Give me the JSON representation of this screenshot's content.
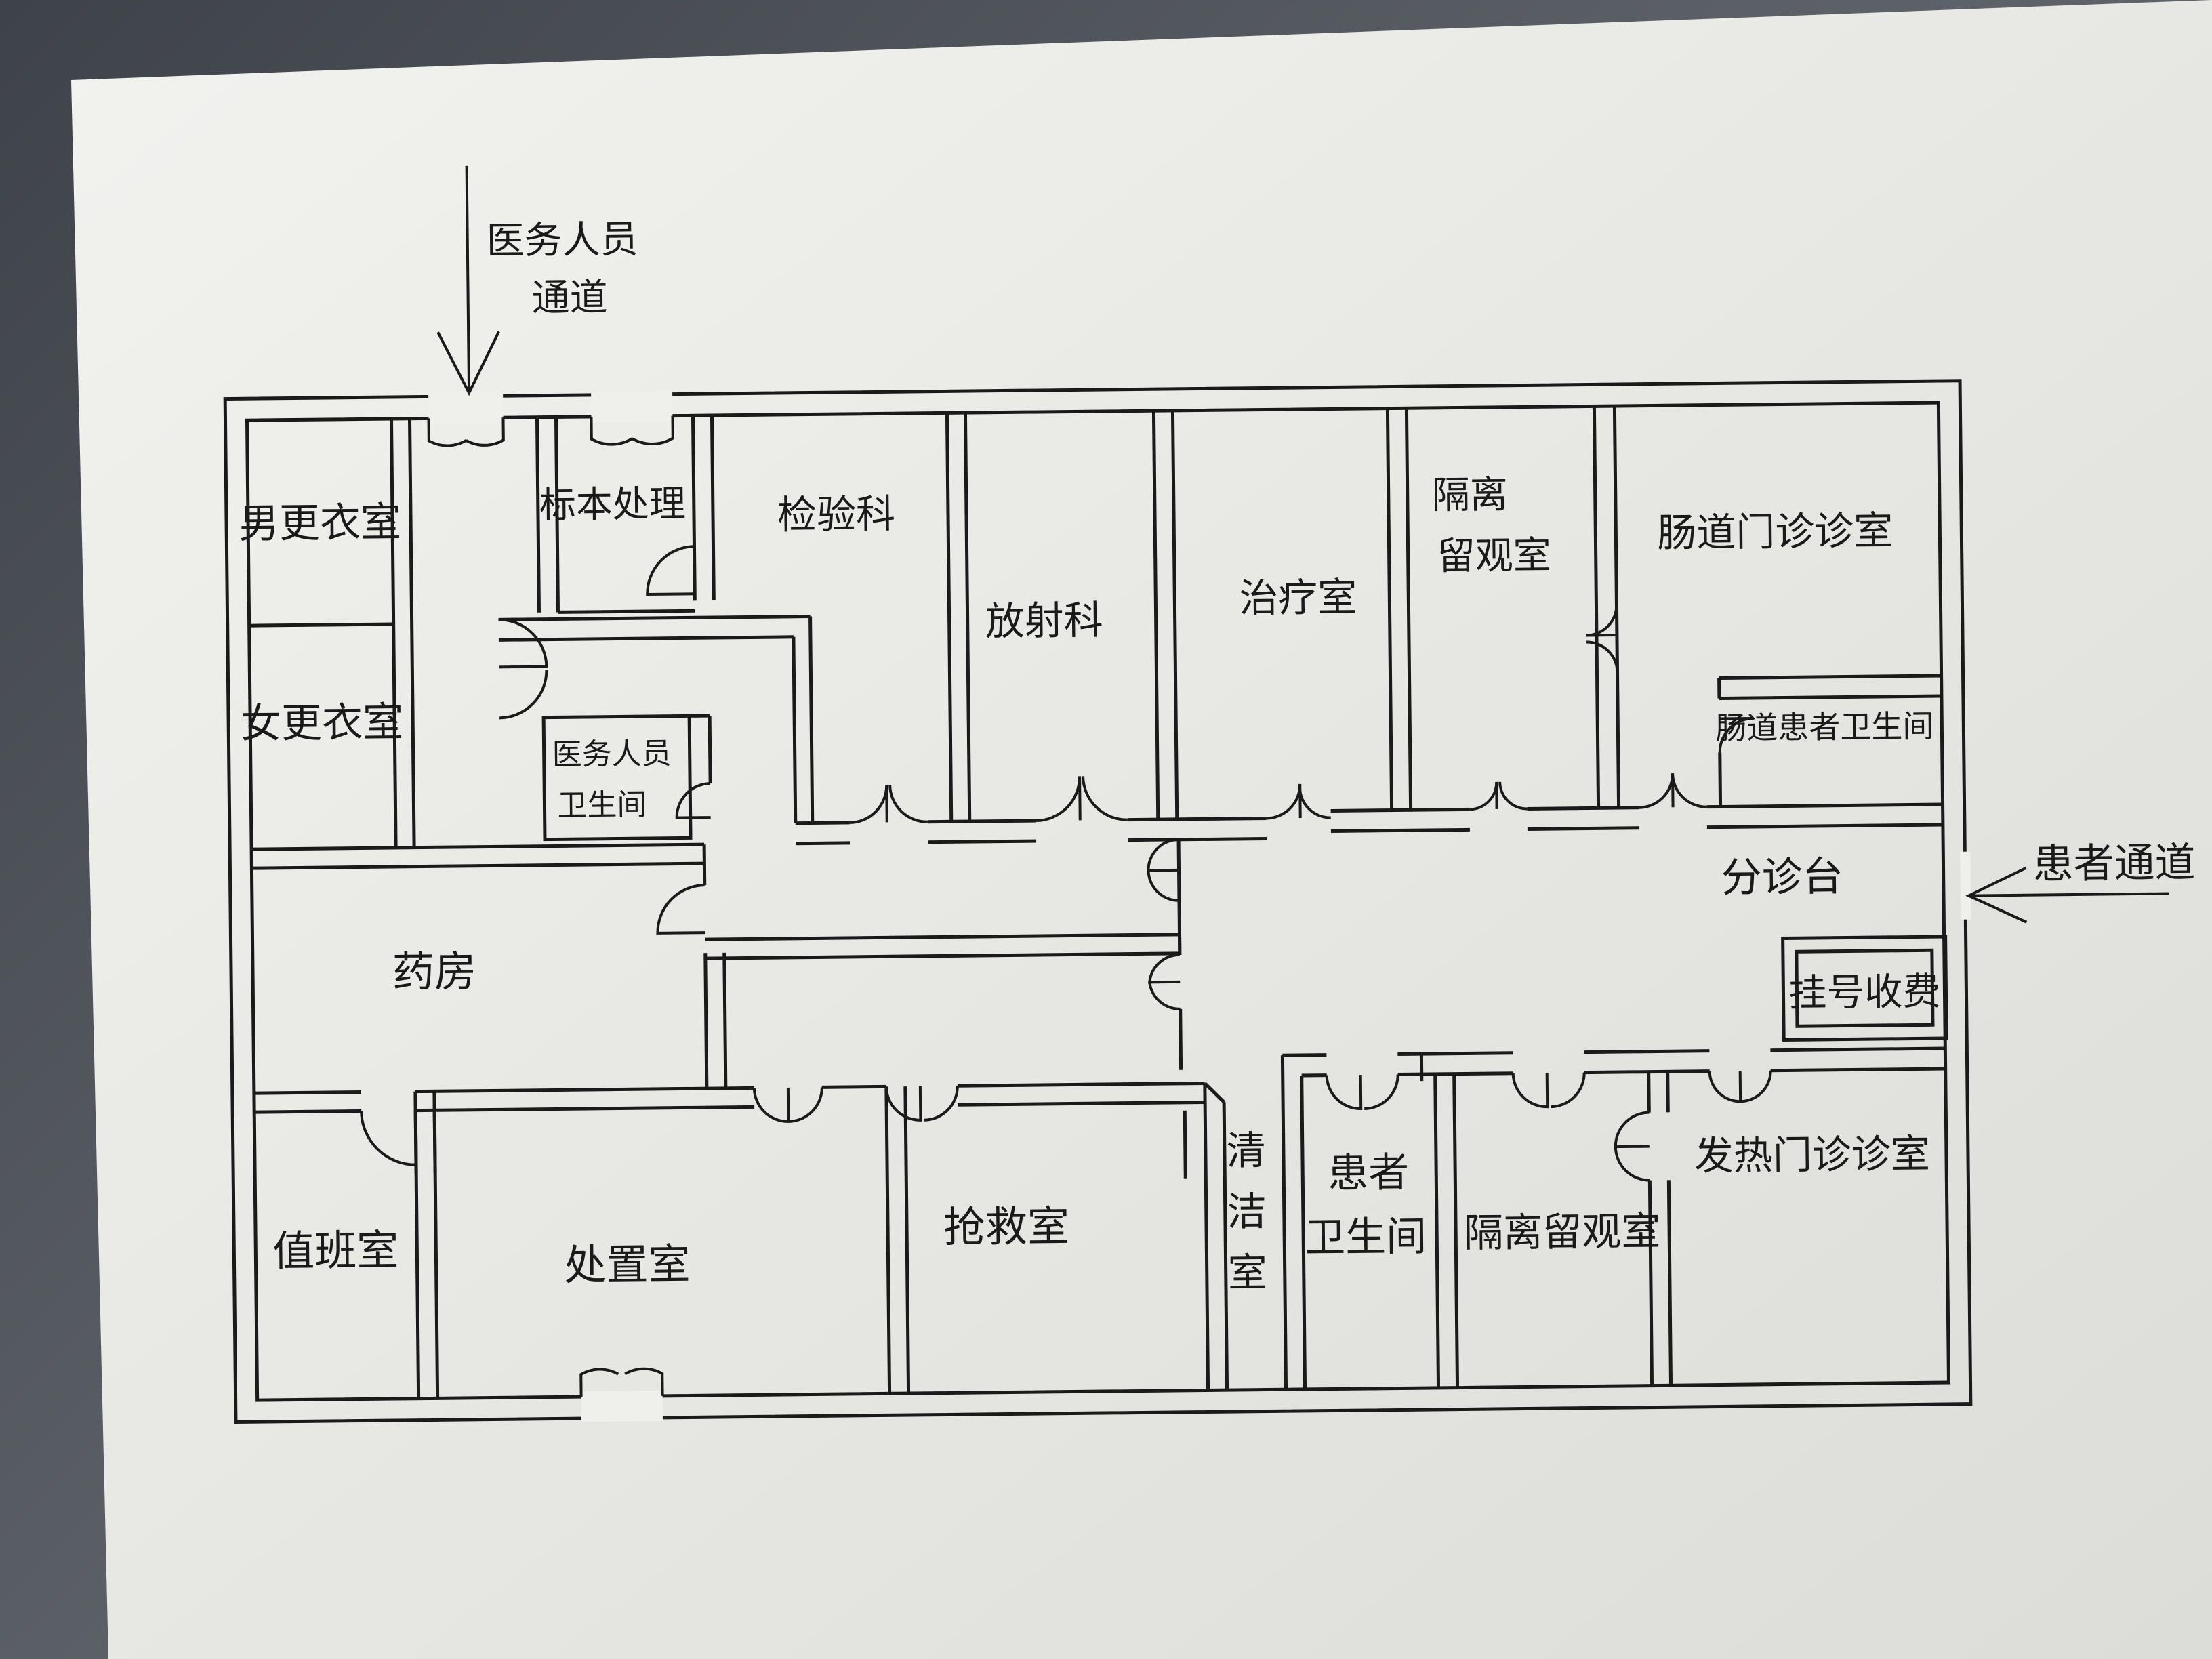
{
  "annotations": {
    "staff_entrance_line1": "医务人员",
    "staff_entrance_line2": "通道",
    "patient_entrance": "患者通道"
  },
  "rooms": {
    "male_changing": "男更衣室",
    "female_changing": "女更衣室",
    "specimen_processing": "标本处理",
    "laboratory": "检验科",
    "radiology": "放射科",
    "treatment": "治疗室",
    "isolation_observation_north_line1": "隔离",
    "isolation_observation_north_line2": "留观室",
    "intestinal_clinic": "肠道门诊诊室",
    "intestinal_patient_toilet": "肠道患者卫生间",
    "staff_toilet_line1": "医务人员",
    "staff_toilet_line2": "卫生间",
    "triage_desk": "分诊台",
    "registration_payment": "挂号收费",
    "pharmacy": "药房",
    "duty_room": "值班室",
    "disposal_room": "处置室",
    "emergency_room": "抢救室",
    "cleaning_room_line1": "清",
    "cleaning_room_line2": "洁",
    "cleaning_room_line3": "室",
    "patient_toilet_line1": "患者",
    "patient_toilet_line2": "卫生间",
    "isolation_observation_south": "隔离留观室",
    "fever_clinic": "发热门诊诊室"
  },
  "colors": {
    "paper": "#f4f4f2",
    "ink": "#1a1a1a",
    "background": "#4a4e55"
  }
}
